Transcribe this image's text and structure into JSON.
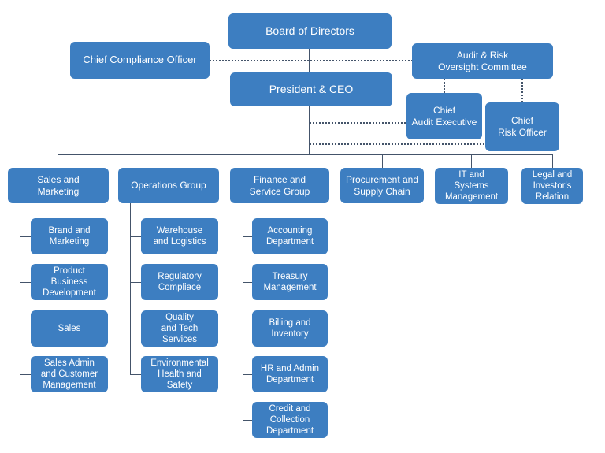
{
  "colors": {
    "box_fill": "#3d7ec1",
    "box_text": "#ffffff",
    "connector": "#44546a",
    "background": "#ffffff"
  },
  "nodes": {
    "board_of_directors": "Board of Directors",
    "chief_compliance_officer": "Chief Compliance Officer",
    "audit_risk_oversight_committee": "Audit & Risk\nOversight Committee",
    "president_ceo": "President & CEO",
    "chief_audit_executive": "Chief\nAudit Executive",
    "chief_risk_officer": "Chief\nRisk Officer",
    "sales_and_marketing": "Sales and\nMarketing",
    "operations_group": "Operations Group",
    "finance_and_service_group": "Finance and\nService Group",
    "procurement_and_supply_chain": "Procurement and\nSupply Chain",
    "it_and_systems_management": "IT and\nSystems\nManagement",
    "legal_and_investors_relation": "Legal and\nInvestor's\nRelation",
    "brand_and_marketing": "Brand and\nMarketing",
    "product_business_development": "Product\nBusiness\nDevelopment",
    "sales": "Sales",
    "sales_admin_customer_management": "Sales Admin\nand Customer\nManagement",
    "warehouse_and_logistics": "Warehouse\nand Logistics",
    "regulatory_compliace": "Regulatory\nCompliace",
    "quality_and_tech_services": "Quality\nand Tech\nServices",
    "environmental_health_safety": "Environmental\nHealth and\nSafety",
    "accounting_department": "Accounting\nDepartment",
    "treasury_management": "Treasury\nManagement",
    "billing_and_inventory": "Billing and\nInventory",
    "hr_and_admin_department": "HR and Admin\nDepartment",
    "credit_and_collection_department": "Credit and\nCollection\nDepartment"
  },
  "edges": {
    "solid": [
      "board_of_directors -> president_ceo",
      "president_ceo -> sales_and_marketing",
      "president_ceo -> operations_group",
      "president_ceo -> finance_and_service_group",
      "president_ceo -> procurement_and_supply_chain",
      "president_ceo -> it_and_systems_management",
      "president_ceo -> legal_and_investors_relation",
      "sales_and_marketing -> brand_and_marketing",
      "sales_and_marketing -> product_business_development",
      "sales_and_marketing -> sales",
      "sales_and_marketing -> sales_admin_customer_management",
      "operations_group -> warehouse_and_logistics",
      "operations_group -> regulatory_compliace",
      "operations_group -> quality_and_tech_services",
      "operations_group -> environmental_health_safety",
      "finance_and_service_group -> accounting_department",
      "finance_and_service_group -> treasury_management",
      "finance_and_service_group -> billing_and_inventory",
      "finance_and_service_group -> hr_and_admin_department",
      "finance_and_service_group -> credit_and_collection_department"
    ],
    "dotted": [
      "chief_compliance_officer -- audit_risk_oversight_committee",
      "audit_risk_oversight_committee -- chief_audit_executive",
      "audit_risk_oversight_committee -- chief_risk_officer",
      "president_ceo -- chief_audit_executive",
      "president_ceo -- chief_risk_officer"
    ]
  }
}
